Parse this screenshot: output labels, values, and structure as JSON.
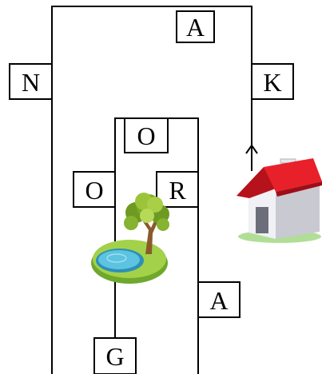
{
  "diagram": {
    "letters": {
      "top": "A",
      "left": "N",
      "right": "K",
      "inner_top": "O",
      "inner_left": "O",
      "inner_right": "R",
      "lower_right": "A",
      "bottom": "G"
    },
    "icons": {
      "direction": "up-arrow-icon",
      "house": "house-icon",
      "park": "tree-pond-icon"
    },
    "colors": {
      "line": "#000000",
      "roof": "#e8202a",
      "wall": "#ececf2",
      "grass": "#8ac63c",
      "water": "#4fb7d6",
      "foliage": "#8cb534",
      "trunk": "#8a5a2b"
    }
  }
}
